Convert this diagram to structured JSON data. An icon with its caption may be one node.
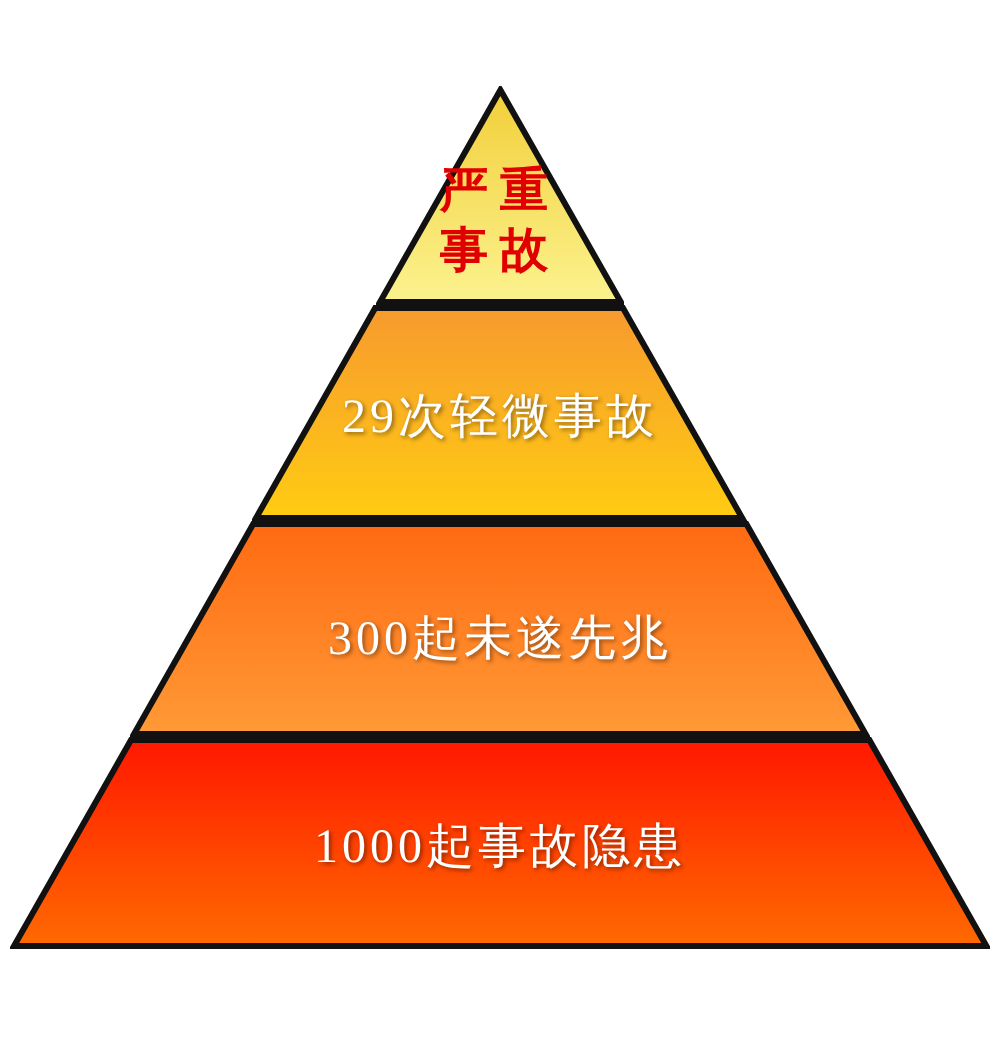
{
  "diagram": {
    "nodes": [
      {
        "text": [
          "严重事故"
        ]
      },
      {
        "text": [
          "29次轻微事故"
        ]
      },
      {
        "text": [
          "300起未遂先兆"
        ]
      },
      {
        "text": [
          "1000起事故隐患"
        ]
      }
    ]
  }
}
